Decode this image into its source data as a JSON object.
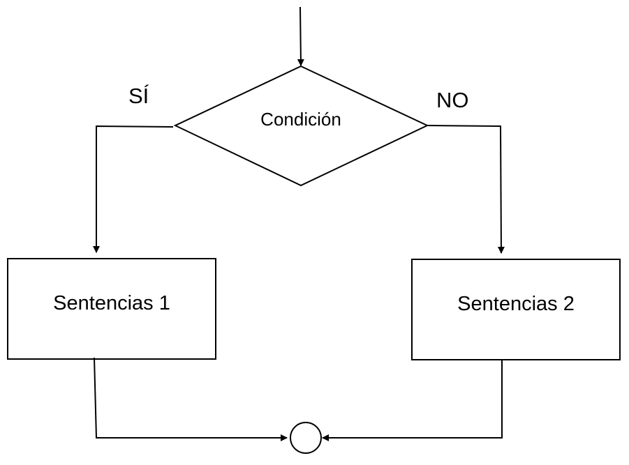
{
  "diagram": {
    "decision": {
      "label": "Condición"
    },
    "branch_yes": {
      "label": "SÍ"
    },
    "branch_no": {
      "label": "NO"
    },
    "process_1": {
      "label": "Sentencias 1"
    },
    "process_2": {
      "label": "Sentencias 2"
    },
    "merge": {
      "label": ""
    },
    "colors": {
      "stroke": "#000000",
      "fill": "#ffffff",
      "text": "#000000"
    }
  }
}
